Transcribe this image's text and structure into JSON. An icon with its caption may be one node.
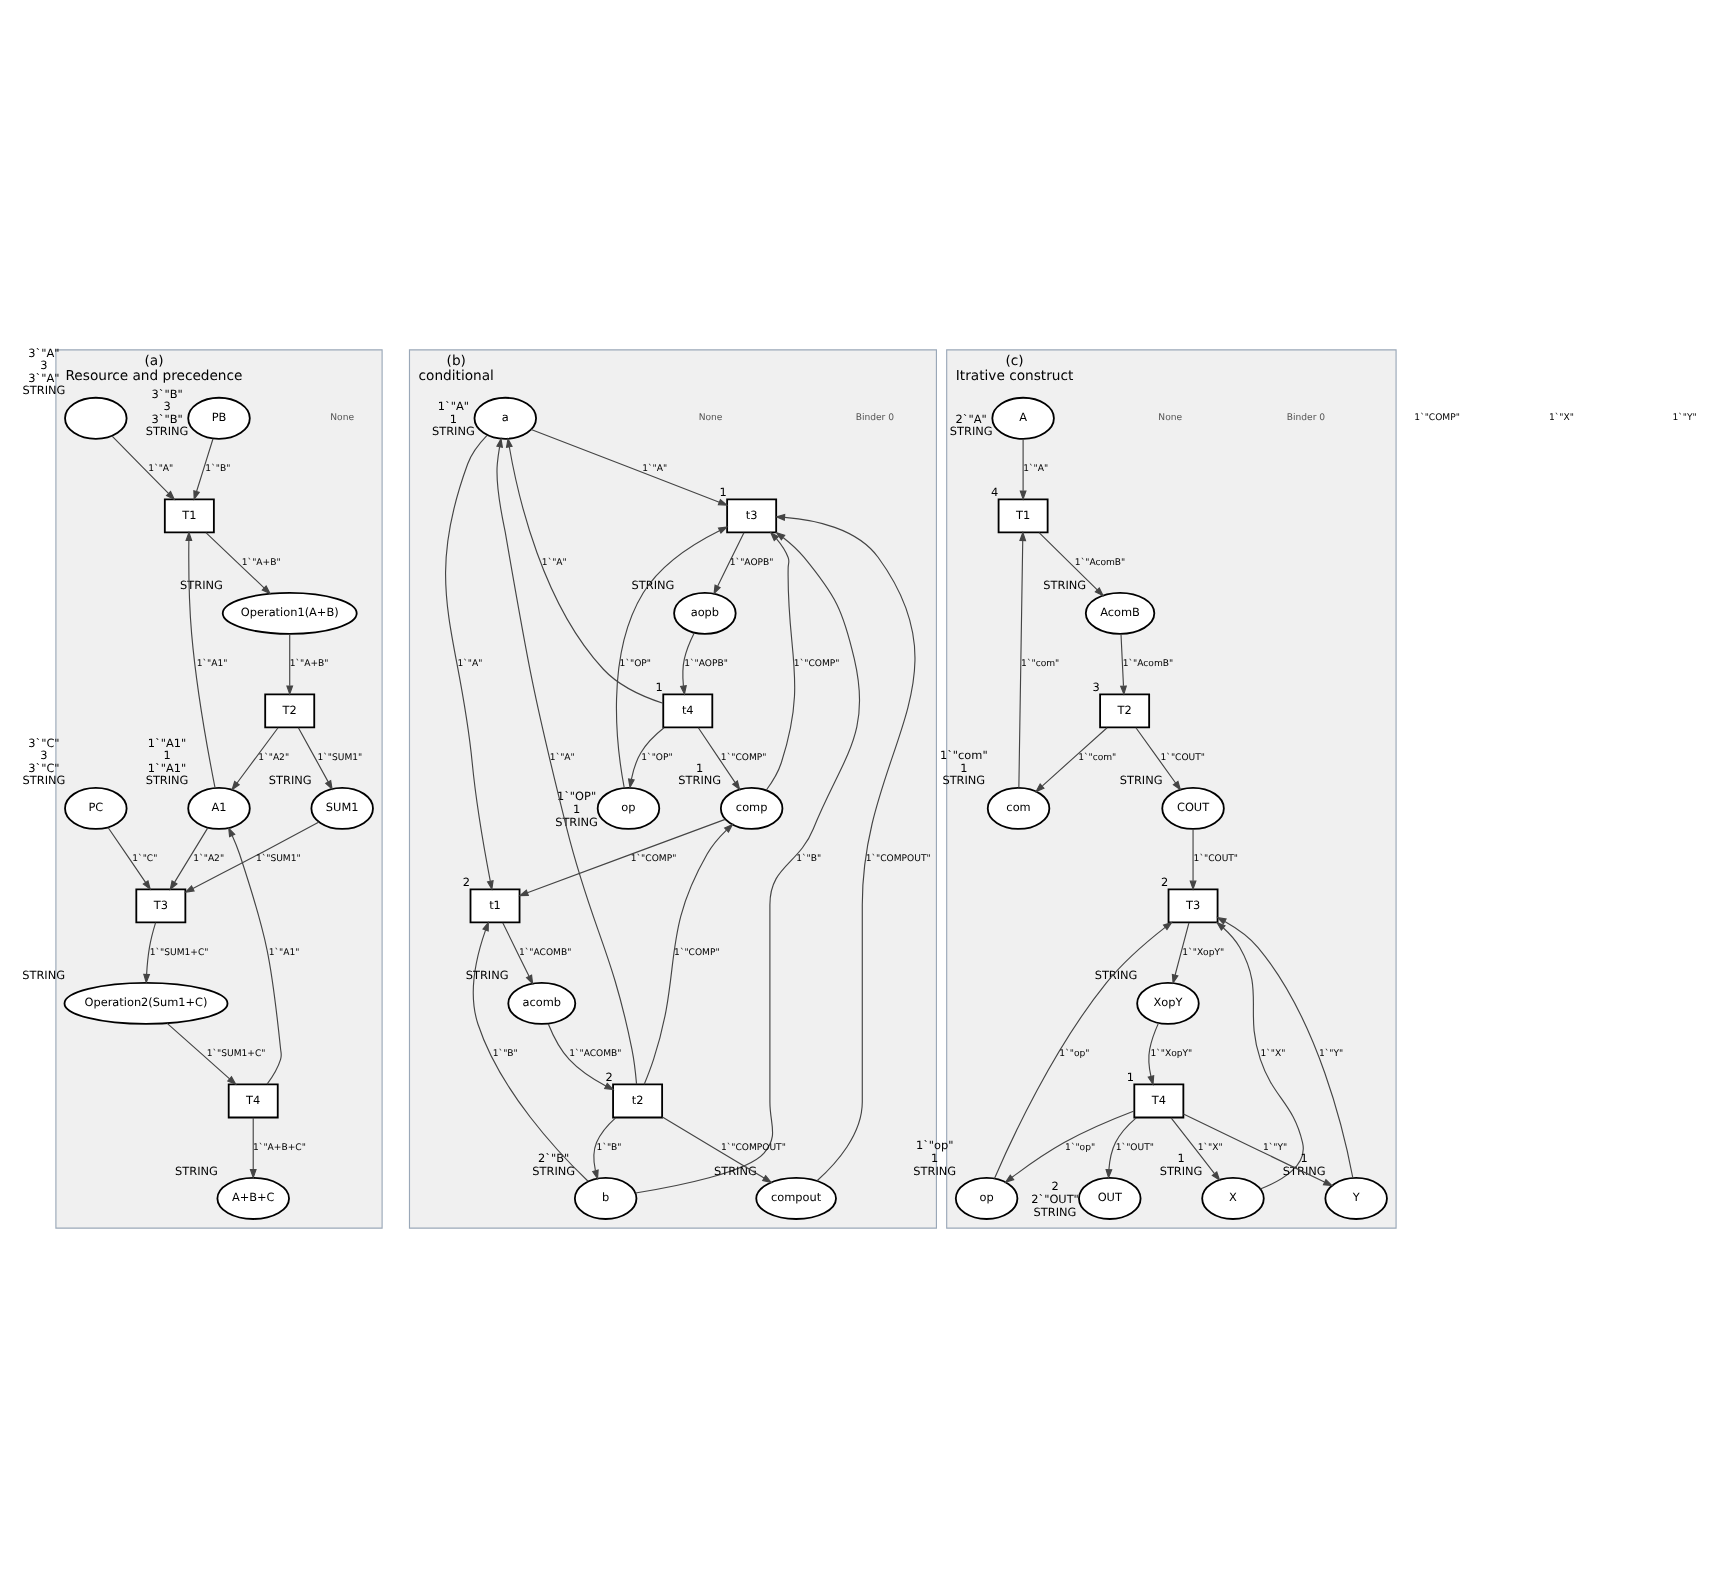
{
  "diagram": {
    "nodes": [
      {
        "text": [
          "(a)",
          "Resource and precedence"
        ],
        "beside": [
          "None"
        ]
      },
      {
        "text": [],
        "shape": "ellipse",
        "in": 0,
        "beside": [
          "3`\"A\"",
          "3",
          "3`\"A\"",
          "STRING"
        ]
      },
      {
        "text": [
          "PB"
        ],
        "in": 0,
        "beside": [
          "3`\"B\"",
          "3",
          "3`\"B\"",
          "STRING"
        ]
      },
      {
        "text": [
          "PC"
        ],
        "in": 0,
        "beside": [
          "3`\"C\"",
          "3",
          "3`\"C\"",
          "STRING"
        ]
      },
      {
        "text": [
          "T1"
        ],
        "in": 0
      },
      {
        "text": [
          "A1"
        ],
        "in": 0,
        "beside": [
          "1`\"A1\"",
          "1",
          "1`\"A1\"",
          "STRING"
        ]
      },
      {
        "text": [
          "Operation1(A+B)"
        ],
        "in": 0,
        "beside": [
          "STRING"
        ]
      },
      {
        "text": [
          "T3"
        ],
        "in": 0
      },
      {
        "text": [
          "T2"
        ],
        "in": 0
      },
      {
        "text": [
          "Operation2(Sum1+C)"
        ],
        "in": 0,
        "beside": [
          "STRING"
        ]
      },
      {
        "text": [
          "SUM1"
        ],
        "in": 0,
        "beside": [
          "STRING"
        ]
      },
      {
        "text": [
          "T4"
        ],
        "in": 0
      },
      {
        "text": [
          "A+B+C"
        ],
        "in": 0,
        "beside": [
          "STRING"
        ]
      },
      {
        "text": [
          "(b)",
          "conditional"
        ],
        "beside": [
          "Binder 0",
          "None"
        ]
      },
      {
        "text": [
          "a"
        ],
        "in": 13,
        "beside": [
          "1`\"A\"",
          "1",
          "STRING"
        ]
      },
      {
        "text": [
          "b"
        ],
        "in": 13,
        "beside": [
          "2`\"B\"",
          "STRING"
        ]
      },
      {
        "text": [
          "t3"
        ],
        "in": 13,
        "beside": [
          "1"
        ]
      },
      {
        "text": [
          "comp"
        ],
        "in": 13,
        "beside": [
          "1",
          "STRING"
        ]
      },
      {
        "text": [
          "t1"
        ],
        "in": 13,
        "beside": [
          "2"
        ]
      },
      {
        "text": [
          "op"
        ],
        "in": 13,
        "beside": [
          "1`\"OP\"",
          "1",
          "STRING"
        ]
      },
      {
        "text": [
          "acomb"
        ],
        "in": 13,
        "beside": [
          "STRING"
        ]
      },
      {
        "text": [
          "aopb"
        ],
        "in": 13,
        "beside": [
          "STRING"
        ]
      },
      {
        "text": [
          "t2"
        ],
        "in": 13,
        "beside": [
          "2"
        ]
      },
      {
        "text": [
          "t4"
        ],
        "in": 13,
        "beside": [
          "1"
        ]
      },
      {
        "text": [
          "compout"
        ],
        "in": 13,
        "beside": [
          "STRING"
        ]
      },
      {
        "text": [
          "(c)",
          "Itrative construct"
        ],
        "beside": [
          "Binder 0",
          "None"
        ]
      },
      {
        "text": [
          "A"
        ],
        "in": 25,
        "beside": [
          "2`\"A\"",
          "STRING"
        ]
      },
      {
        "text": [
          "X"
        ],
        "in": 25,
        "beside": [
          "1",
          "STRING"
        ]
      },
      {
        "text": [
          "Y"
        ],
        "in": 25,
        "beside": [
          "1",
          "STRING"
        ]
      },
      {
        "text": [
          "com"
        ],
        "in": 25,
        "beside": [
          "1`\"com\"",
          "1",
          "STRING"
        ]
      },
      {
        "text": [
          "T1"
        ],
        "in": 25,
        "beside": [
          "4"
        ]
      },
      {
        "text": [
          "T3"
        ],
        "in": 25,
        "beside": [
          "2"
        ]
      },
      {
        "text": [
          "op"
        ],
        "in": 25,
        "beside": [
          "1`\"op\"",
          "1",
          "STRING"
        ]
      },
      {
        "text": [
          "AcomB"
        ],
        "in": 25,
        "beside": [
          "STRING"
        ]
      },
      {
        "text": [
          "XopY"
        ],
        "in": 25,
        "beside": [
          "STRING"
        ]
      },
      {
        "text": [
          "T2"
        ],
        "in": 25,
        "beside": [
          "3"
        ]
      },
      {
        "text": [
          "COUT"
        ],
        "in": 25,
        "beside": [
          "STRING"
        ]
      },
      {
        "text": [
          "T4"
        ],
        "in": 25,
        "beside": [
          "1"
        ]
      },
      {
        "text": [
          "OUT"
        ],
        "in": 25,
        "beside": [
          "2",
          "2`\"OUT\"",
          "STRING"
        ]
      }
    ],
    "edges": [
      {
        "from": 1,
        "to": 4,
        "arrow": "to",
        "label": "1`\"A\""
      },
      {
        "from": 2,
        "to": 4,
        "arrow": "to",
        "label": "1`\"B\""
      },
      {
        "from": 5,
        "to": 4,
        "arrow": "to",
        "label": "1`\"A1\""
      },
      {
        "from": 4,
        "to": 6,
        "arrow": "to",
        "label": "1`\"A+B\""
      },
      {
        "from": 5,
        "to": 7,
        "arrow": "to",
        "label": "1`\"A2\""
      },
      {
        "from": 3,
        "to": 7,
        "arrow": "to",
        "label": "1`\"C\""
      },
      {
        "from": 6,
        "to": 8,
        "arrow": "to",
        "label": "1`\"A+B\""
      },
      {
        "from": 8,
        "to": 5,
        "arrow": "to",
        "label": "1`\"A2\""
      },
      {
        "from": 8,
        "to": 10,
        "arrow": "to",
        "label": "1`\"SUM1\""
      },
      {
        "from": 10,
        "to": 7,
        "arrow": "to",
        "label": "1`\"SUM1\""
      },
      {
        "from": 7,
        "to": 9,
        "arrow": "to",
        "label": "1`\"SUM1+C\""
      },
      {
        "from": 9,
        "to": 11,
        "arrow": "to",
        "label": "1`\"SUM1+C\""
      },
      {
        "from": 11,
        "to": 5,
        "arrow": "to",
        "label": "1`\"A1\""
      },
      {
        "from": 11,
        "to": 12,
        "arrow": "to",
        "label": "1`\"A+B+C\""
      },
      {
        "from": 14,
        "to": 18,
        "arrow": "to",
        "label": "1`\"A\""
      },
      {
        "from": 15,
        "to": 18,
        "arrow": "to",
        "label": "1`\"B\""
      },
      {
        "from": 17,
        "to": 18,
        "arrow": "to",
        "label": "1`\"COMP\""
      },
      {
        "from": 18,
        "to": 20,
        "arrow": "to",
        "label": "1`\"ACOMB\""
      },
      {
        "from": 20,
        "to": 22,
        "arrow": "to",
        "label": "1`\"ACOMB\""
      },
      {
        "from": 22,
        "to": 17,
        "arrow": "to",
        "label": "1`\"COMP\""
      },
      {
        "from": 22,
        "to": 24,
        "arrow": "to",
        "label": "1`\"COMPOUT\""
      },
      {
        "from": 22,
        "to": 14,
        "arrow": "to",
        "label": "1`\"A\""
      },
      {
        "from": 22,
        "to": 15,
        "arrow": "to",
        "label": "1`\"B\""
      },
      {
        "from": 15,
        "to": 16,
        "arrow": "to",
        "label": "1`\"B\""
      },
      {
        "from": 14,
        "to": 16,
        "arrow": "to",
        "label": "1`\"A\""
      },
      {
        "from": 17,
        "to": 16,
        "arrow": "to",
        "label": "1`\"COMP\""
      },
      {
        "from": 24,
        "to": 16,
        "arrow": "to",
        "label": "1`\"COMPOUT\""
      },
      {
        "from": 16,
        "to": 21,
        "arrow": "to",
        "label": "1`\"AOPB\""
      },
      {
        "from": 21,
        "to": 23,
        "arrow": "to",
        "label": "1`\"AOPB\""
      },
      {
        "from": 23,
        "to": 19,
        "arrow": "to",
        "label": "1`\"OP\""
      },
      {
        "from": 19,
        "to": 16,
        "arrow": "to",
        "label": "1`\"OP\""
      },
      {
        "from": 23,
        "to": 17,
        "arrow": "to",
        "label": "1`\"COMP\""
      },
      {
        "from": 23,
        "to": 14,
        "arrow": "to",
        "label": "1`\"A\""
      },
      {
        "from": 26,
        "to": 30,
        "arrow": "to",
        "label": "1`\"A\""
      },
      {
        "from": 29,
        "to": 30,
        "arrow": "to",
        "label": "1`\"com\""
      },
      {
        "from": 30,
        "to": 33,
        "arrow": "to",
        "label": "1`\"AcomB\""
      },
      {
        "from": 33,
        "to": 35,
        "arrow": "to",
        "label": "1`\"AcomB\""
      },
      {
        "from": 35,
        "to": 29,
        "arrow": "to",
        "label": "1`\"com\""
      },
      {
        "from": 35,
        "to": 36,
        "arrow": "to",
        "label": "1`\"COUT\""
      },
      {
        "from": 36,
        "to": 31,
        "arrow": "to",
        "label": "1`\"COUT\""
      },
      {
        "from": 27,
        "to": 31,
        "arrow": "to",
        "label": "1`\"X\""
      },
      {
        "from": 28,
        "to": 31,
        "arrow": "to",
        "label": "1`\"Y\""
      },
      {
        "from": 32,
        "to": 31,
        "arrow": "to",
        "label": "1`\"op\""
      },
      {
        "from": 31,
        "to": 34,
        "arrow": "to",
        "label": "1`\"XopY\""
      },
      {
        "from": 34,
        "to": 37,
        "arrow": "to",
        "label": "1`\"XopY\""
      },
      {
        "from": 37,
        "to": 32,
        "arrow": "to",
        "label": "1`\"op\""
      },
      {
        "from": 37,
        "to": 27,
        "arrow": "to",
        "label": "1`\"X\""
      },
      {
        "from": 37,
        "to": 28,
        "arrow": "to",
        "label": "1`\"Y\""
      },
      {
        "from": 37,
        "to": 38,
        "arrow": "to",
        "label": "1`\"OUT\""
      }
    ],
    "labels": [
      "1`\"COMP\"",
      "1`\"X\"",
      "1`\"Y\""
    ]
  }
}
